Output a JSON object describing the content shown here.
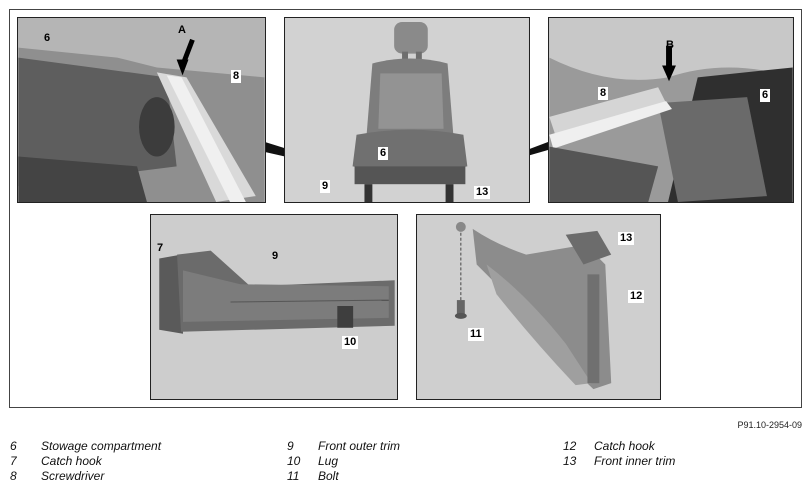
{
  "callouts": {
    "top_left": {
      "n6": "6",
      "a": "A",
      "n8": "8"
    },
    "top_center": {
      "n6": "6",
      "n9": "9",
      "n13": "13"
    },
    "top_right": {
      "b": "B",
      "n8": "8",
      "n6": "6"
    },
    "bottom_left": {
      "n7": "7",
      "n9": "9",
      "n10": "10"
    },
    "bottom_right": {
      "n13": "13",
      "n12": "12",
      "n11": "11"
    }
  },
  "reference_code": "P91.10-2954-09",
  "legend": [
    {
      "num": "6",
      "text": "Stowage compartment"
    },
    {
      "num": "7",
      "text": "Catch hook"
    },
    {
      "num": "8",
      "text": "Screwdriver"
    },
    {
      "num": "9",
      "text": "Front outer trim"
    },
    {
      "num": "10",
      "text": "Lug"
    },
    {
      "num": "11",
      "text": "Bolt"
    },
    {
      "num": "12",
      "text": "Catch hook"
    },
    {
      "num": "13",
      "text": "Front inner trim"
    }
  ]
}
